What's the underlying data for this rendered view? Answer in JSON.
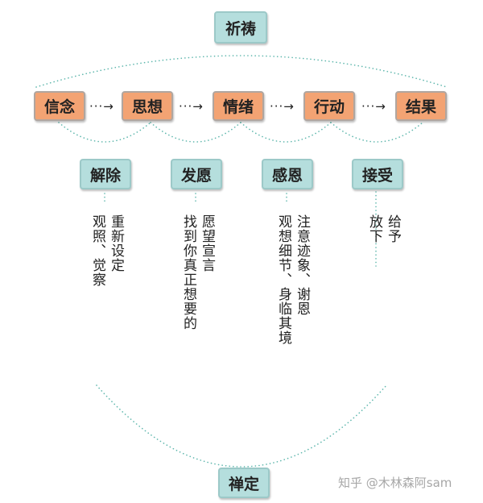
{
  "top": {
    "prayer": "祈祷"
  },
  "flow": {
    "steps": [
      "信念",
      "思想",
      "情绪",
      "行动",
      "结果"
    ],
    "arrow": "···→"
  },
  "actions": [
    "解除",
    "发愿",
    "感恩",
    "接受"
  ],
  "descriptions": {
    "release": [
      "重新设定",
      "观照、觉察"
    ],
    "vow": [
      "愿望宣言",
      "找到你真正想要的"
    ],
    "gratitude": [
      "注意迹象、谢恩",
      "观想细节、身临其境"
    ],
    "accept": [
      "给予",
      "放下"
    ]
  },
  "bottom": {
    "meditation": "禅定"
  },
  "watermark": "知乎 @木林森阿sam",
  "colors": {
    "teal_box": "#b5dedd",
    "orange_box": "#f3a373",
    "dots": "#5fb7ad"
  }
}
